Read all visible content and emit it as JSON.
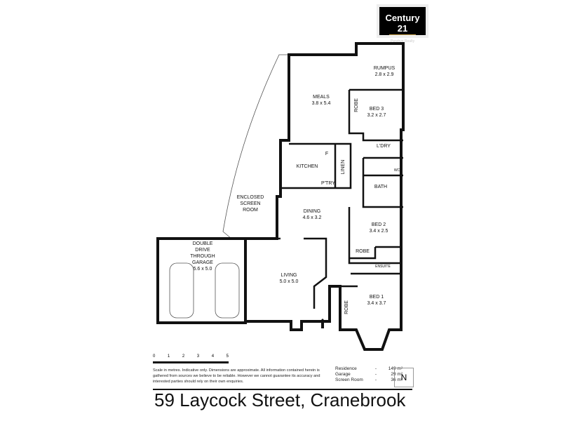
{
  "logo": {
    "brand": "Century 21",
    "office": "Penrhyn Realty",
    "brand_color": "#000000",
    "accent": "#c9a24a"
  },
  "rooms": {
    "rumpus": {
      "name": "RUMPUS",
      "size": "2.8 x 2.9"
    },
    "meals": {
      "name": "MEALS",
      "size": "3.8 x 5.4"
    },
    "robe3": {
      "name": "ROBE"
    },
    "bed3": {
      "name": "BED 3",
      "size": "3.2 x 2.7"
    },
    "laundry": {
      "name": "L'DRY"
    },
    "fridge": {
      "name": "F"
    },
    "kitchen": {
      "name": "KITCHEN"
    },
    "linen": {
      "name": "LINEN"
    },
    "wc": {
      "name": "WC"
    },
    "pantry": {
      "name": "P'TRY"
    },
    "bath": {
      "name": "BATH"
    },
    "screen_room": {
      "line1": "ENCLOSED",
      "line2": "SCREEN",
      "line3": "ROOM"
    },
    "dining": {
      "name": "DINING",
      "size": "4.6 x 3.2"
    },
    "bed2": {
      "name": "BED 2",
      "size": "3.4 x 2.5"
    },
    "garage": {
      "line1": "DOUBLE",
      "line2": "DRIVE",
      "line3": "THROUGH",
      "line4": "GARAGE",
      "size": "5.6 x 5.0"
    },
    "robe2": {
      "name": "ROBE"
    },
    "ensuite": {
      "name": "ENSUITE"
    },
    "living": {
      "name": "LIVING",
      "size": "5.0 x 5.0"
    },
    "robe1": {
      "name": "ROBE"
    },
    "bed1": {
      "name": "BED 1",
      "size": "3.4 x 3.7"
    }
  },
  "scale": {
    "ticks": [
      "0",
      "1",
      "2",
      "3",
      "4",
      "5"
    ]
  },
  "disclaimer": "Scale in metres. Indicative only. Dimensions are approximate.  All information contained herein is gathered from sources we believe to be reliable. However we cannot guarantee its accuracy and interested parties should rely on their own enquiries.",
  "areas": [
    {
      "label": "Residence",
      "value": "149 m²"
    },
    {
      "label": "Garage",
      "value": "29 m²"
    },
    {
      "label": "Screen Room",
      "value": "36 m²"
    }
  ],
  "compass": "N",
  "address": "59 Laycock Street, Cranebrook"
}
